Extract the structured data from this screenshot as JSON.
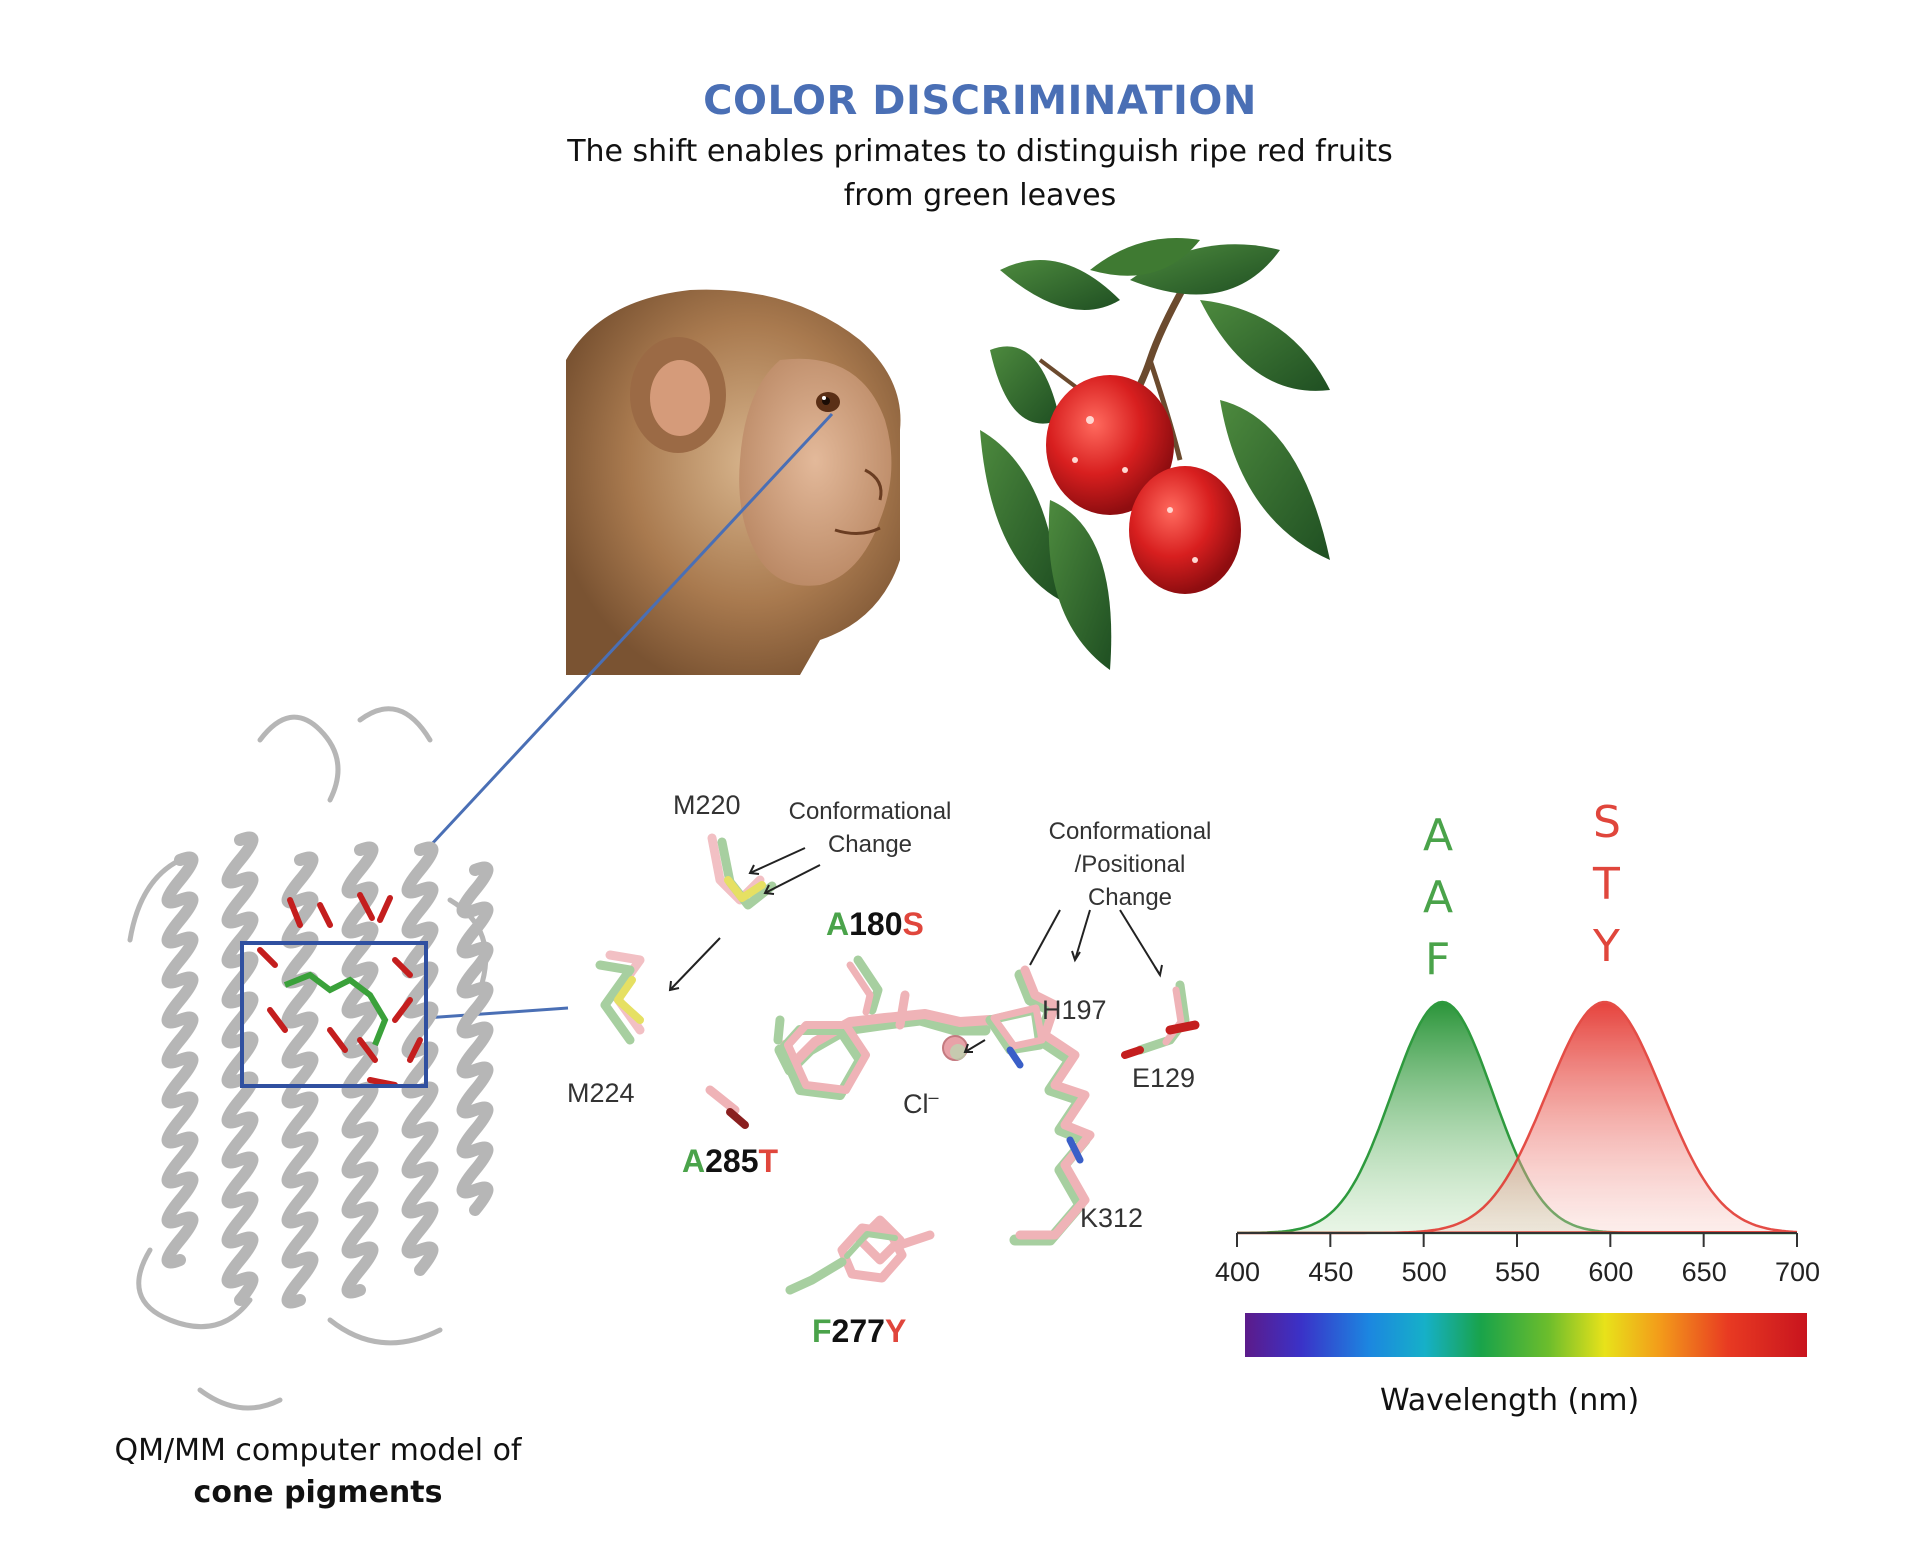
{
  "header": {
    "title": "COLOR DISCRIMINATION",
    "subtitle_line1": "The shift enables primates to distinguish ripe red fruits",
    "subtitle_line2": "from green leaves"
  },
  "protein": {
    "caption_line1": "QM/MM computer model of",
    "caption_line2": "cone pigments"
  },
  "site": {
    "residues": {
      "m220": "M220",
      "m224": "M224",
      "h197": "H197",
      "e129": "E129",
      "k312": "K312",
      "cl_base": "Cl",
      "cl_sup": "–"
    },
    "notes": {
      "conf_line1": "Conformational",
      "conf_line2": "Change",
      "pos_line1": "Conformational",
      "pos_line2": "/Positional",
      "pos_line3": "Change"
    },
    "mutations": {
      "a180s": {
        "from": "A",
        "num": "180",
        "to": "S"
      },
      "a285t": {
        "from": "A",
        "num": "285",
        "to": "T"
      },
      "f277y": {
        "from": "F",
        "num": "277",
        "to": "Y"
      }
    }
  },
  "spectrum": {
    "green_letters": [
      "A",
      "A",
      "F"
    ],
    "red_letters": [
      "S",
      "T",
      "Y"
    ],
    "xlabel": "Wavelength (nm)",
    "colors": {
      "green": "#2e9a3e",
      "red": "#e23a32"
    }
  },
  "chart_data": {
    "type": "area",
    "xlabel": "Wavelength (nm)",
    "xlim": [
      400,
      700
    ],
    "xticks": [
      400,
      450,
      500,
      550,
      600,
      650,
      700
    ],
    "series": [
      {
        "color": "#2e9a3e",
        "peak": 510,
        "sigma": 27
      },
      {
        "color": "#e23a32",
        "peak": 597,
        "sigma": 31
      }
    ]
  }
}
